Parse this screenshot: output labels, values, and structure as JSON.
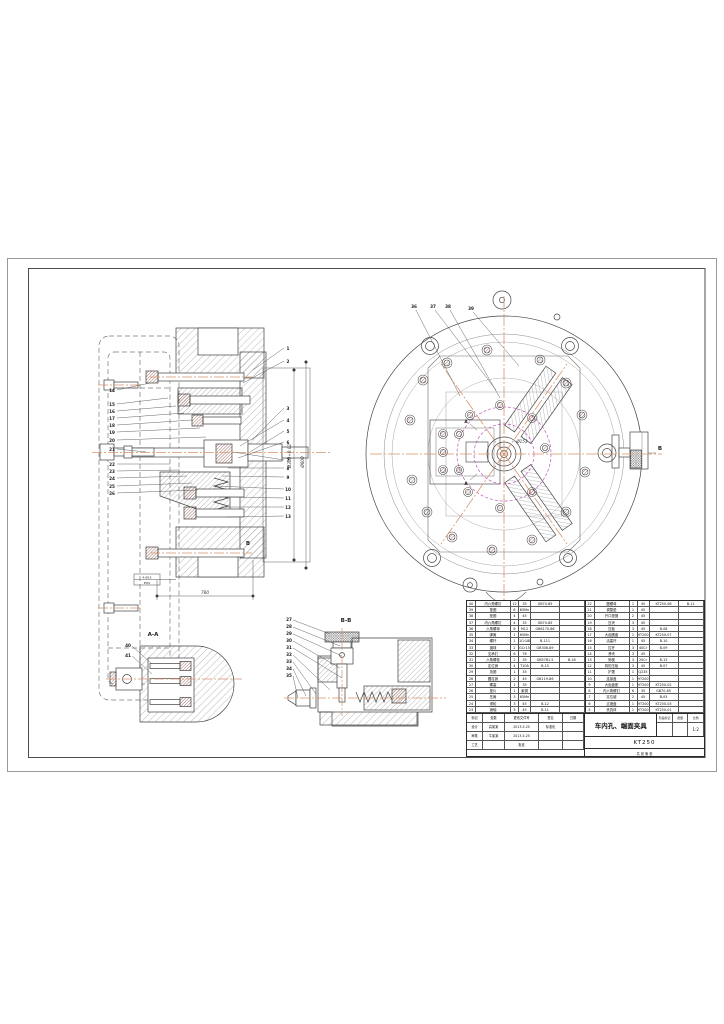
{
  "colors": {
    "centerline": "#d8946a",
    "phantom": "#777777",
    "magenta": "#bb55bb",
    "bolt_fill": "#7a3a2a"
  },
  "views": {
    "section": {
      "right_callouts": [
        "1",
        "2",
        "3",
        "4",
        "5",
        "6",
        "7",
        "8",
        "9",
        "10",
        "11",
        "12",
        "13"
      ],
      "left_callouts": [
        "14",
        "15",
        "16",
        "17",
        "18",
        "19",
        "20",
        "21",
        "22",
        "23",
        "24",
        "25",
        "26"
      ],
      "dim_width": "780",
      "dim_bore": "Ø300+0.02",
      "dim_outer": "Ø600",
      "datum_line1": "4-Ø15",
      "datum_line2": "EQS",
      "flag_b": "B"
    },
    "front": {
      "callouts": [
        "36",
        "37",
        "38",
        "39"
      ],
      "section_marker_a": "A",
      "section_marker_b": "B",
      "center_dim": "Ø153"
    },
    "aa": {
      "title": "A-A",
      "callouts": [
        "40",
        "41"
      ]
    },
    "bb": {
      "title": "B-B",
      "callouts": [
        "27",
        "28",
        "29",
        "30",
        "31",
        "32",
        "33",
        "34",
        "35"
      ]
    }
  },
  "bom": {
    "left_rows": [
      [
        "40",
        "内六角螺钉",
        "12",
        "35",
        "GB70-85",
        ""
      ],
      [
        "39",
        "垫圈",
        "8",
        "65Mn",
        "",
        ""
      ],
      [
        "38",
        "垫圈",
        "4",
        "45",
        "",
        ""
      ],
      [
        "37",
        "内六角螺钉",
        "4",
        "35",
        "GB70-85",
        ""
      ],
      [
        "36",
        "六角螺母",
        "8",
        "M12",
        "GB6170-86",
        ""
      ],
      [
        "35",
        "弹簧",
        "1",
        "65Mn",
        "",
        ""
      ],
      [
        "34",
        "螺杆",
        "1",
        "1Cr18Ni9",
        "B-111",
        ""
      ],
      [
        "33",
        "钢球",
        "2",
        "GCr15",
        "GB308-89",
        ""
      ],
      [
        "32",
        "支承钉",
        "6",
        "T8",
        "",
        ""
      ],
      [
        "31",
        "六角螺栓",
        "2",
        "35",
        "GB5781.5",
        "B-16"
      ],
      [
        "30",
        "定位销",
        "4",
        "T10A",
        "B-15",
        ""
      ],
      [
        "29",
        "挡圈",
        "1",
        "35",
        "",
        ""
      ],
      [
        "28",
        "圆柱销",
        "2",
        "45",
        "GB119-86",
        ""
      ],
      [
        "27",
        "螺塞",
        "1",
        "35",
        "",
        ""
      ],
      [
        "26",
        "垫片",
        "1",
        "紫铜",
        "",
        ""
      ],
      [
        "25",
        "压簧",
        "3",
        "65Mn",
        "",
        ""
      ],
      [
        "24",
        "滚轮",
        "3",
        "45",
        "B-12",
        ""
      ],
      [
        "23",
        "销轴",
        "3",
        "45",
        "B-11",
        ""
      ]
    ],
    "right_rows": [
      [
        "22",
        "圆螺母",
        "1",
        "45",
        "KT250-08",
        "B-11"
      ],
      [
        "21",
        "调整垫",
        "1",
        "45",
        "",
        ""
      ],
      [
        "20",
        "开口垫圈",
        "2",
        "45",
        "",
        ""
      ],
      [
        "19",
        "压块",
        "3",
        "45",
        "",
        ""
      ],
      [
        "18",
        "压板",
        "3",
        "45",
        "B-08",
        ""
      ],
      [
        "17",
        "大齿圆盘",
        "1",
        "HT200",
        "KT250-07",
        ""
      ],
      [
        "16",
        "活塞杆",
        "1",
        "45",
        "B-10",
        ""
      ],
      [
        "15",
        "拉杆",
        "3",
        "40Cr",
        "B-09",
        ""
      ],
      [
        "14",
        "滑块",
        "3",
        "45",
        "",
        ""
      ],
      [
        "13",
        "斜楔",
        "3",
        "20Cr",
        "B-13",
        ""
      ],
      [
        "12",
        "钩形压板",
        "3",
        "45",
        "B-07",
        ""
      ],
      [
        "11",
        "护罩",
        "1",
        "Q235",
        "",
        ""
      ],
      [
        "10",
        "连接盘",
        "1",
        "HT200",
        "",
        ""
      ],
      [
        "9",
        "大齿盘座",
        "1",
        "HT200",
        "KT250-02",
        ""
      ],
      [
        "8",
        "内六角螺钉",
        "6",
        "35",
        "GB70-85",
        ""
      ],
      [
        "7",
        "定位键",
        "2",
        "45",
        "B-05",
        ""
      ],
      [
        "6",
        "过渡盘",
        "1",
        "HT200",
        "KT250-03",
        ""
      ],
      [
        "5",
        "夹具体",
        "1",
        "HT200",
        "KT250-01",
        ""
      ]
    ],
    "sign_rows": [
      [
        "标记",
        "处数",
        "更改文件号",
        "签名",
        "日期"
      ],
      [
        "设计",
        "高某某",
        "2013-5-25",
        "标准化",
        ""
      ],
      [
        "审核",
        "牛某某",
        "2013-5-25",
        "",
        ""
      ],
      [
        "工艺",
        "",
        "批准",
        "",
        ""
      ]
    ],
    "titleblock": {
      "stage_label": "阶段标记",
      "weight_label": "质量",
      "scale_label": "比例",
      "scale_value": "1:2",
      "title": "车内孔、端面夹具",
      "drawing_no": "KT250",
      "sheet_label": "共 张 第 张"
    }
  }
}
